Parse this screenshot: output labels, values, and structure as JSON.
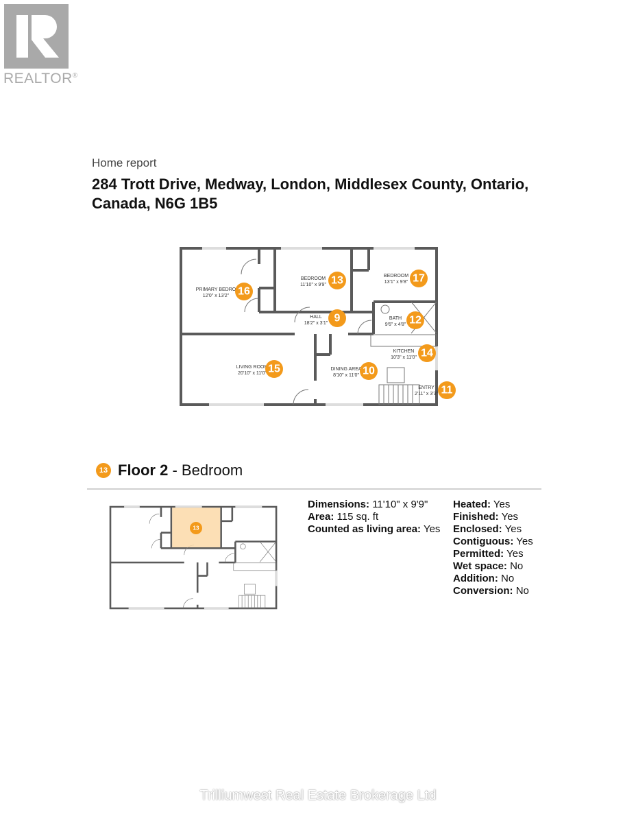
{
  "logo": {
    "text": "REALTOR",
    "mark": "®"
  },
  "header": {
    "label": "Home report",
    "address_line1": "284 Trott Drive, Medway, London, Middlesex County, Ontario,",
    "address_line2": "Canada, N6G 1B5"
  },
  "floorplan": {
    "rooms": [
      {
        "num": "16",
        "name": "PRIMARY BEDRO",
        "dims": "12'0\" x 13'2\""
      },
      {
        "num": "13",
        "name": "BEDROOM",
        "dims": "11'10\" x 9'9\""
      },
      {
        "num": "17",
        "name": "BEDROOM",
        "dims": "13'1\" x 9'8\""
      },
      {
        "num": "9",
        "name": "HALL",
        "dims": "18'2\" x 3'1\""
      },
      {
        "num": "12",
        "name": "BATH",
        "dims": "9'6\" x 4'8\""
      },
      {
        "num": "14",
        "name": "KITCHEN",
        "dims": "10'3\" x 11'0\""
      },
      {
        "num": "15",
        "name": "LIVING ROOM",
        "dims": "20'10\" x 11'0\""
      },
      {
        "num": "10",
        "name": "DINING AREA",
        "dims": "8'10\" x 11'0\""
      },
      {
        "num": "11",
        "name": "ENTRY",
        "dims": "2'11\" x 3'3\""
      }
    ]
  },
  "room_detail": {
    "badge": "13",
    "floor": "Floor 2",
    "sep": " - ",
    "name": "Bedroom",
    "left": [
      {
        "k": "Dimensions:",
        "v": "11'10\" x 9'9\""
      },
      {
        "k": "Area:",
        "v": "115 sq. ft"
      },
      {
        "k": "Counted as living area:",
        "v": "Yes"
      }
    ],
    "right": [
      {
        "k": "Heated:",
        "v": "Yes"
      },
      {
        "k": "Finished:",
        "v": "Yes"
      },
      {
        "k": "Enclosed:",
        "v": "Yes"
      },
      {
        "k": "Contiguous:",
        "v": "Yes"
      },
      {
        "k": "Permitted:",
        "v": "Yes"
      },
      {
        "k": "Wet space:",
        "v": "No"
      },
      {
        "k": "Addition:",
        "v": "No"
      },
      {
        "k": "Conversion:",
        "v": "No"
      }
    ]
  },
  "footer": {
    "watermark": "Trilliumwest Real Estate Brokerage Ltd"
  },
  "colors": {
    "badge": "#f39a1b",
    "highlight": "#fbd9a8",
    "wall": "#5a5a5a"
  }
}
